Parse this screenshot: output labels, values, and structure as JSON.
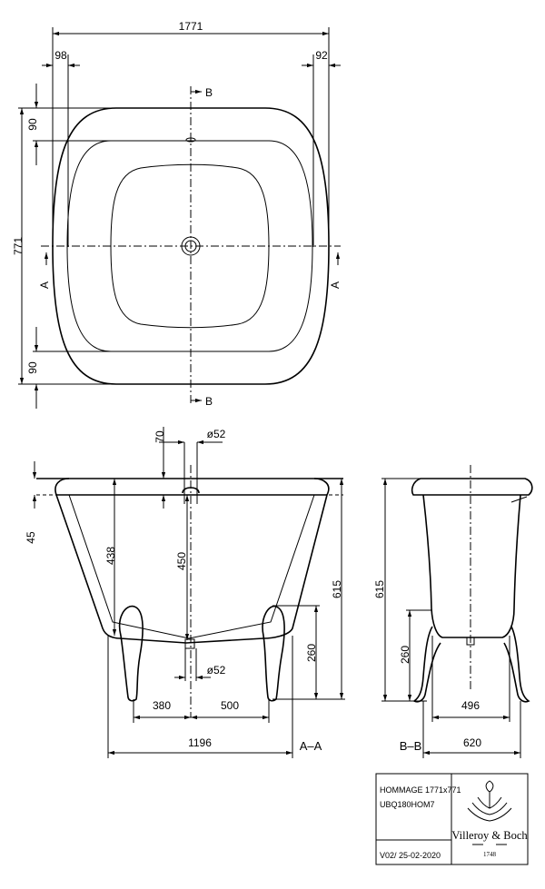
{
  "top_view": {
    "width_dim": "1771",
    "left_offset_dim": "98",
    "right_offset_dim": "92",
    "height_dim": "771",
    "top_rim_dim": "90",
    "bottom_rim_dim": "90",
    "section_b": "B",
    "section_a": "A"
  },
  "section_aa": {
    "height_70": "70",
    "drain_diam_top": "ø52",
    "rim_thickness": "45",
    "depth_438": "438",
    "depth_450": "450",
    "total_height": "615",
    "foot_height": "260",
    "drain_diam_bottom": "ø52",
    "foot_left": "380",
    "foot_right": "500",
    "foot_span": "1196",
    "section_label": "A–A"
  },
  "section_bb": {
    "total_height": "615",
    "foot_height": "260",
    "foot_inner": "496",
    "foot_outer": "620",
    "section_label": "B–B"
  },
  "title_block": {
    "model": "HOMMAGE 1771x771",
    "code": "UBQ180HOM7",
    "version": "V02/ 25-02-2020",
    "brand": "Villeroy & Boch",
    "brand_year": "1748",
    "logo_icon": "villeroy-boch-fountain-logo"
  }
}
